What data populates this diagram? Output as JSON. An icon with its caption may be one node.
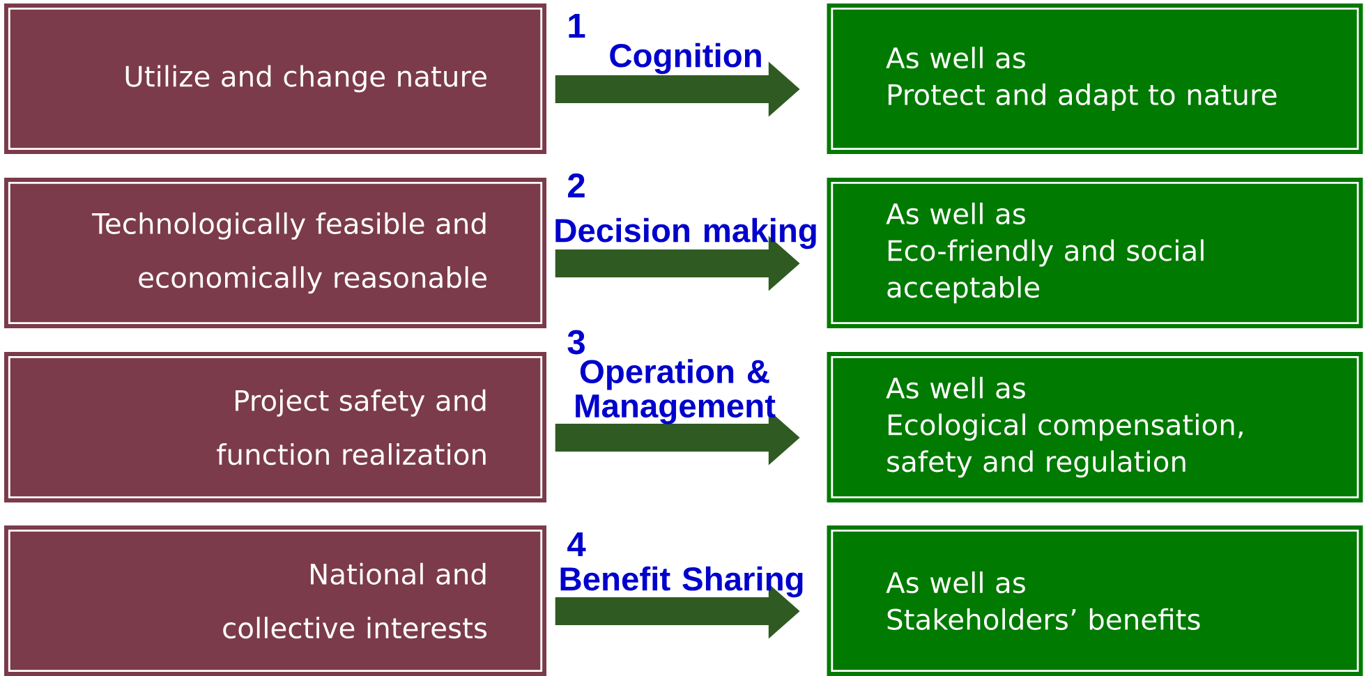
{
  "diagram": {
    "nodes": [
      {
        "text": [
          "Utilize and change nature"
        ]
      },
      {
        "text": [
          "As well as",
          "Protect and adapt to nature"
        ]
      },
      {
        "text": [
          "Technologically feasible and economically reasonable"
        ]
      },
      {
        "text": [
          "As well as",
          "Eco-friendly and social acceptable"
        ]
      },
      {
        "text": [
          "Project safety and function realization"
        ]
      },
      {
        "text": [
          "As well as",
          "Ecological compensation, safety and regulation"
        ]
      },
      {
        "text": [
          "National and collective interests"
        ]
      },
      {
        "text": [
          "As well as",
          "Stakeholders’ benefits"
        ]
      }
    ],
    "edges": [
      {
        "from": 0,
        "to": 1,
        "arrow": "to",
        "label": "Cognition"
      },
      {
        "from": 2,
        "to": 3,
        "arrow": "to",
        "label": "Decision making"
      },
      {
        "from": 4,
        "to": 5,
        "arrow": "to",
        "label": "Operation & Management"
      },
      {
        "from": 6,
        "to": 7,
        "arrow": "to",
        "label": "Benefit Sharing"
      }
    ],
    "labels": [
      "1",
      "2",
      "3",
      "4"
    ]
  }
}
